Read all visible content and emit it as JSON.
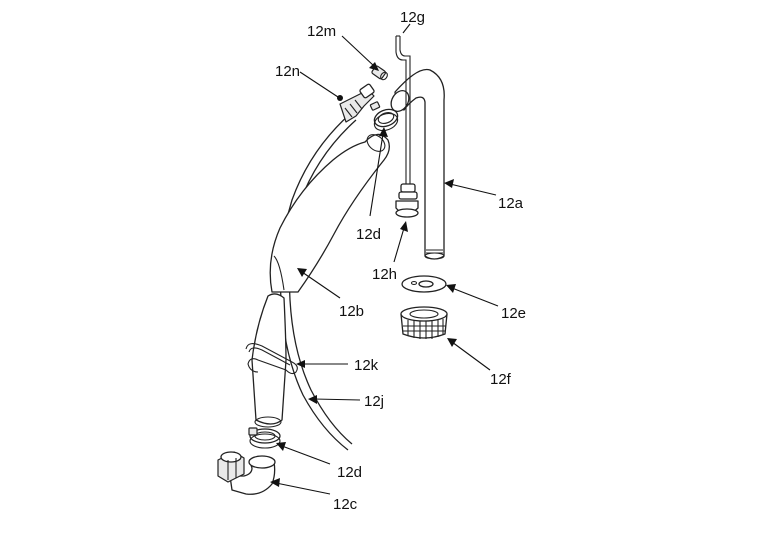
{
  "diagram": {
    "callouts": {
      "c12a": "12a",
      "c12b": "12b",
      "c12c": "12c",
      "c12d_top": "12d",
      "c12d_bottom": "12d",
      "c12e": "12e",
      "c12f": "12f",
      "c12g": "12g",
      "c12h": "12h",
      "c12j": "12j",
      "c12k": "12k",
      "c12m": "12m",
      "c12n": "12n"
    }
  }
}
